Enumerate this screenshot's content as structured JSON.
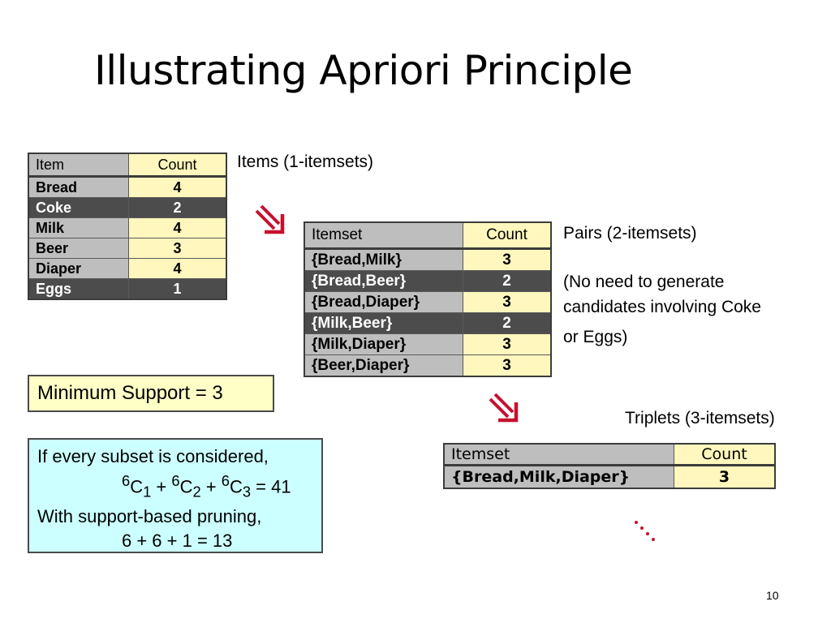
{
  "slide": {
    "title": "Illustrating Apriori Principle",
    "page_number": "10"
  },
  "items_table": {
    "header": {
      "item": "Item",
      "count": "Count"
    },
    "rows": [
      {
        "item": "Bread",
        "count": "4"
      },
      {
        "item": "Coke",
        "count": "2"
      },
      {
        "item": "Milk",
        "count": "4"
      },
      {
        "item": "Beer",
        "count": "3"
      },
      {
        "item": "Diaper",
        "count": "4"
      },
      {
        "item": "Eggs",
        "count": "1"
      }
    ]
  },
  "pairs_table": {
    "header": {
      "itemset": "Itemset",
      "count": "Count"
    },
    "rows": [
      {
        "itemset": "{Bread,Milk}",
        "count": "3"
      },
      {
        "itemset": "{Bread,Beer}",
        "count": "2"
      },
      {
        "itemset": "{Bread,Diaper}",
        "count": "3"
      },
      {
        "itemset": "{Milk,Beer}",
        "count": "2"
      },
      {
        "itemset": "{Milk,Diaper}",
        "count": "3"
      },
      {
        "itemset": "{Beer,Diaper}",
        "count": "3"
      }
    ]
  },
  "triplets_table": {
    "header": {
      "itemset": "Itemset",
      "count": "Count"
    },
    "rows": [
      {
        "itemset": "{Bread,Milk,Diaper}",
        "count": "3"
      }
    ]
  },
  "labels": {
    "items": "Items (1-itemsets)",
    "pairs": "Pairs (2-itemsets)",
    "note_line1": "(No need to generate",
    "note_line2": "candidates involving Coke",
    "note_line3": "or Eggs)",
    "triplets": "Triplets (3-itemsets)"
  },
  "min_support": "Minimum Support = 3",
  "info_box": {
    "line1": "If every subset is considered,",
    "formula": {
      "n": "6",
      "c": "C",
      "k1": "1",
      "k2": "2",
      "k3": "3",
      "plus": " + ",
      "eq": " = ",
      "total": "41"
    },
    "line3": "With support-based pruning,",
    "line4": "6 + 6 + 1 = 13"
  },
  "colors": {
    "arrow_red": "#c8102e",
    "header_grey": "#bebebe",
    "dark_row": "#4c4c4c",
    "count_yellow": "#fff7bd",
    "min_support_bg": "#ffffc6",
    "info_box_bg": "#ccffff"
  },
  "icons": [
    "arrow-down-right-icon",
    "ellipsis-diagonal-icon"
  ]
}
